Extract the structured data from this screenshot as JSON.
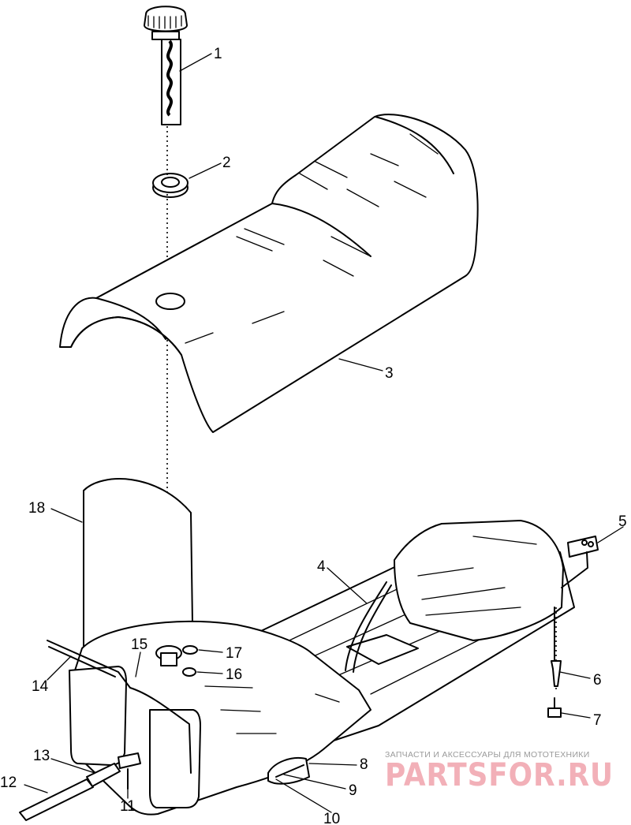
{
  "callouts": [
    {
      "id": "1",
      "label": "1"
    },
    {
      "id": "2",
      "label": "2"
    },
    {
      "id": "3",
      "label": "3"
    },
    {
      "id": "4",
      "label": "4"
    },
    {
      "id": "5",
      "label": "5"
    },
    {
      "id": "6",
      "label": "6"
    },
    {
      "id": "7",
      "label": "7"
    },
    {
      "id": "8",
      "label": "8"
    },
    {
      "id": "9",
      "label": "9"
    },
    {
      "id": "10",
      "label": "10"
    },
    {
      "id": "11",
      "label": "11"
    },
    {
      "id": "12",
      "label": "12"
    },
    {
      "id": "13",
      "label": "13"
    },
    {
      "id": "14",
      "label": "14"
    },
    {
      "id": "15",
      "label": "15"
    },
    {
      "id": "16",
      "label": "16"
    },
    {
      "id": "17",
      "label": "17"
    },
    {
      "id": "18",
      "label": "18"
    }
  ],
  "watermark": {
    "tagline": "ЗАПЧАСТИ И АКСЕССУАРЫ ДЛЯ МОТОТЕХНИКИ",
    "brand": "PARTSFOR.RU",
    "color": "#f2b0b8"
  }
}
